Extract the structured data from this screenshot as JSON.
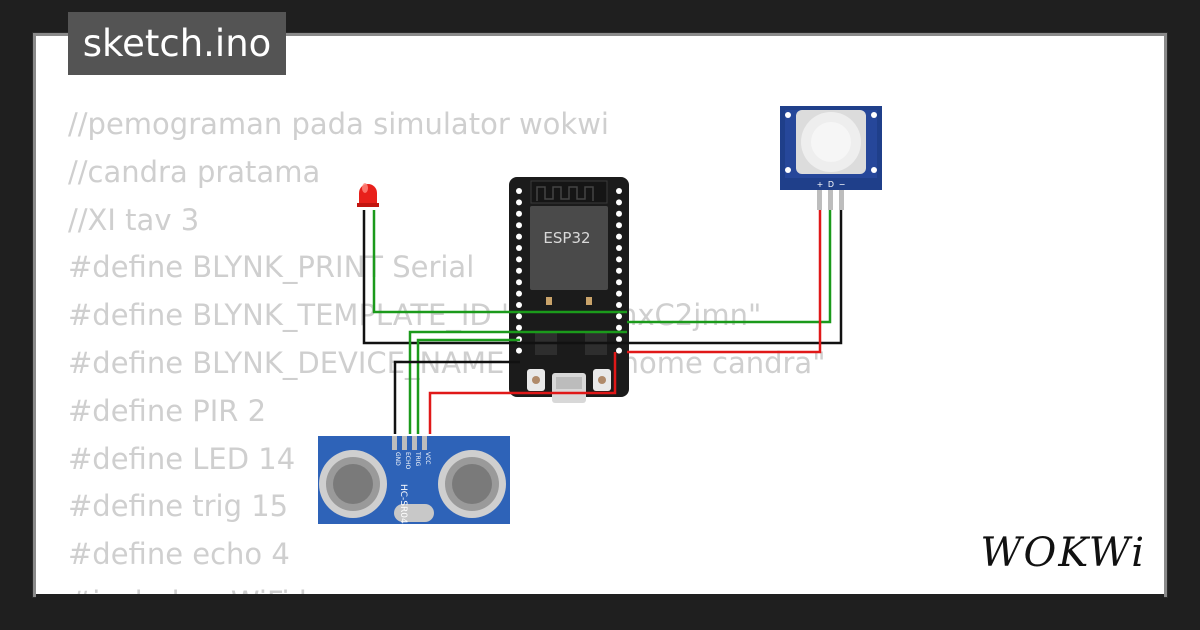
{
  "file_tab": {
    "label": "sketch.ino"
  },
  "code_lines": [
    "//pemograman pada simulator wokwi",
    "//candra pratama",
    "//XI tav 3",
    "#define BLYNK_PRINT Serial",
    "#define BLYNK_TEMPLATE_ID \"TMPL6mxC2jmn\"",
    "#define BLYNK_DEVICE_NAME \"smart home candra\"",
    "#define PIR 2",
    "#define LED 14",
    "#define trig 15",
    "#define echo 4",
    "#include <WiFi.h>"
  ],
  "components": {
    "esp32": {
      "label": "ESP32"
    },
    "pir": {
      "pin_labels": [
        "+",
        "D",
        "−"
      ]
    },
    "ultrasonic": {
      "label": "HC-SR04",
      "pin_labels": [
        "VCC",
        "TRIG",
        "ECHO",
        "GND"
      ]
    },
    "led": {
      "color": "#e8201b"
    }
  },
  "wires": {
    "green": "#1b9a1b",
    "black": "#111111",
    "red": "#e01818"
  },
  "brand": {
    "logo": "WOKWi"
  }
}
